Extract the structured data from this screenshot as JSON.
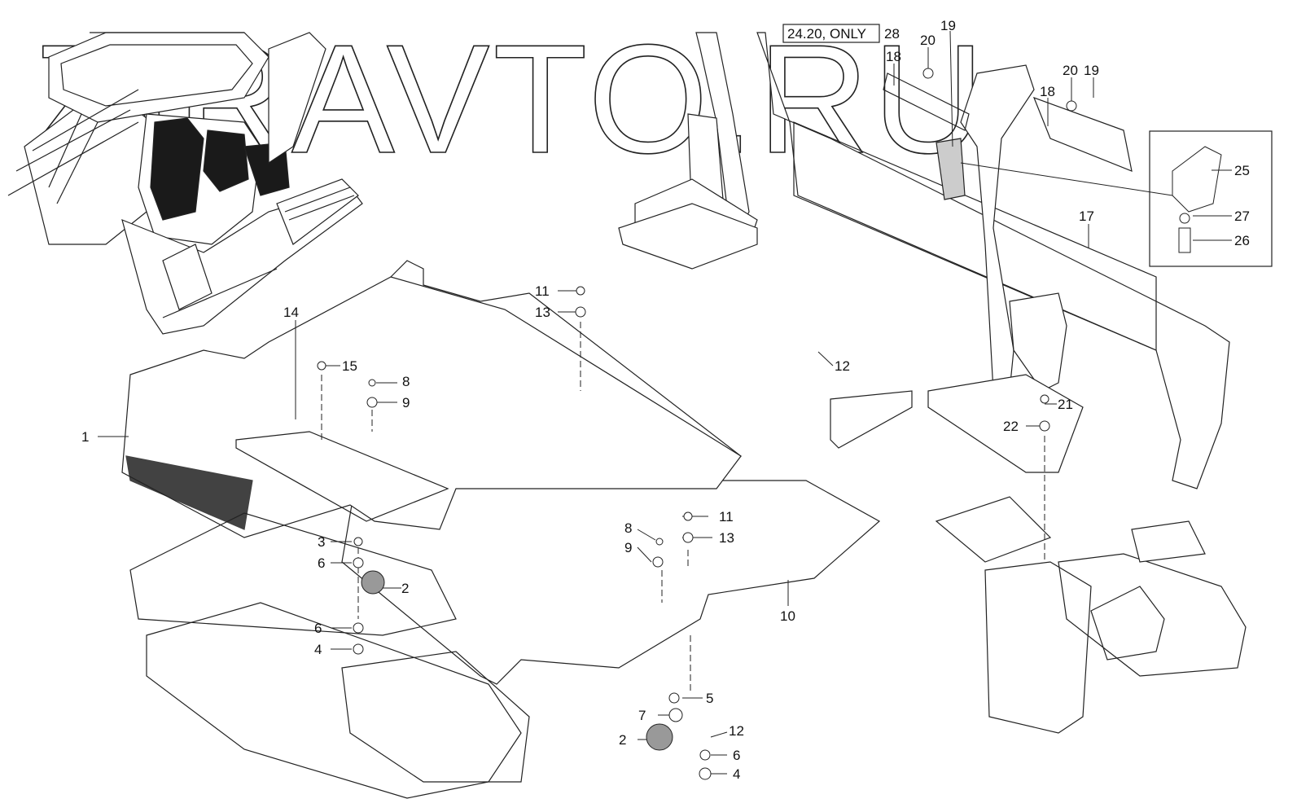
{
  "watermark": "ZIRAVTO.RU",
  "note_label": "24.20, ONLY",
  "callouts": [
    {
      "id": "c1a",
      "text": "1"
    },
    {
      "id": "c2a",
      "text": "2"
    },
    {
      "id": "c2b",
      "text": "2"
    },
    {
      "id": "c3",
      "text": "3"
    },
    {
      "id": "c4a",
      "text": "4"
    },
    {
      "id": "c4b",
      "text": "4"
    },
    {
      "id": "c5",
      "text": "5"
    },
    {
      "id": "c6a",
      "text": "6"
    },
    {
      "id": "c6b",
      "text": "6"
    },
    {
      "id": "c6c",
      "text": "6"
    },
    {
      "id": "c7",
      "text": "7"
    },
    {
      "id": "c8a",
      "text": "8"
    },
    {
      "id": "c8b",
      "text": "8"
    },
    {
      "id": "c9a",
      "text": "9"
    },
    {
      "id": "c9b",
      "text": "9"
    },
    {
      "id": "c10",
      "text": "10"
    },
    {
      "id": "c11a",
      "text": "11"
    },
    {
      "id": "c11b",
      "text": "11"
    },
    {
      "id": "c12a",
      "text": "12"
    },
    {
      "id": "c12b",
      "text": "12"
    },
    {
      "id": "c13a",
      "text": "13"
    },
    {
      "id": "c13b",
      "text": "13"
    },
    {
      "id": "c14",
      "text": "14"
    },
    {
      "id": "c15",
      "text": "15"
    },
    {
      "id": "c17",
      "text": "17"
    },
    {
      "id": "c18a",
      "text": "18"
    },
    {
      "id": "c18b",
      "text": "18"
    },
    {
      "id": "c19a",
      "text": "19"
    },
    {
      "id": "c19b",
      "text": "19"
    },
    {
      "id": "c20a",
      "text": "20"
    },
    {
      "id": "c20b",
      "text": "20"
    },
    {
      "id": "c21",
      "text": "21"
    },
    {
      "id": "c22",
      "text": "22"
    },
    {
      "id": "c25",
      "text": "25"
    },
    {
      "id": "c26",
      "text": "26"
    },
    {
      "id": "c27",
      "text": "27"
    },
    {
      "id": "c28",
      "text": "28"
    }
  ]
}
